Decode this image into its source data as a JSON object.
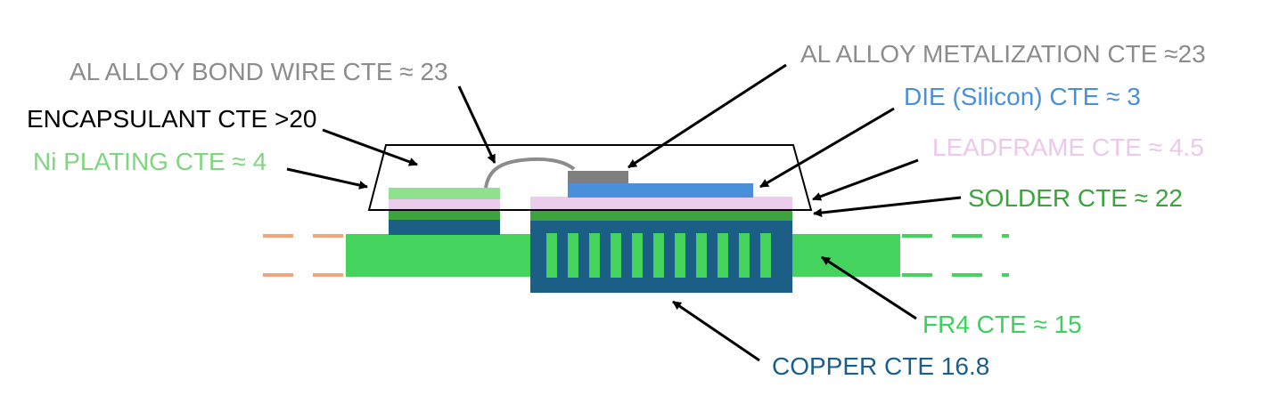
{
  "labels": {
    "bond_wire": "AL ALLOY BOND WIRE CTE ≈ 23",
    "metalization": "AL ALLOY METALIZATION CTE ≈23",
    "die": "DIE (Silicon) CTE ≈ 3",
    "encapsulant": "ENCAPSULANT CTE >20",
    "leadframe": "LEADFRAME CTE ≈ 4.5",
    "ni_plating": "Ni PLATING CTE ≈ 4",
    "solder": "SOLDER CTE ≈ 22",
    "fr4": "FR4 CTE ≈ 15",
    "copper": "COPPER CTE 16.8"
  },
  "colors": {
    "bond_wire_label": "#8c8c8c",
    "metalization_label": "#8c8c8c",
    "die_label": "#4a90d9",
    "encapsulant_label": "#000000",
    "leadframe_label": "#ecc8ec",
    "ni_plating_label": "#7ed67e",
    "solder_label": "#3da33d",
    "fr4_label": "#3ad25a",
    "copper_label": "#1b5e8c",
    "fr4_fill": "#44d45e",
    "copper_fill": "#1b5e86",
    "leadframe_fill": "#ecccec",
    "solder_fill": "#3da33d",
    "ni_plating_fill": "#8fe08f",
    "die_fill": "#4a8fd9",
    "metalization_fill": "#7f7f7f",
    "wire_stroke": "#8c8c8c",
    "dash_left": "#f2a47a",
    "dash_right": "#44d45e",
    "arrow": "#000000"
  }
}
